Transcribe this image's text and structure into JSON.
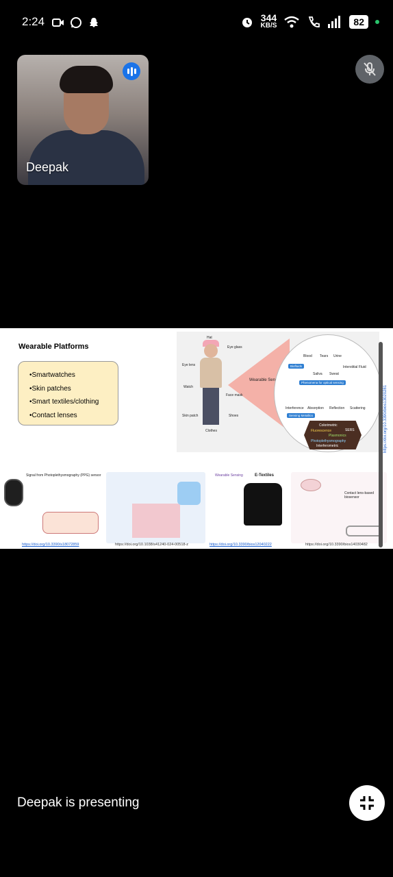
{
  "status_bar": {
    "time": "2:24",
    "net_speed_value": "344",
    "net_speed_unit": "KB/S",
    "battery": "82"
  },
  "participant": {
    "name": "Deepak"
  },
  "slide": {
    "title": "Wearable Platforms",
    "platforms": [
      "•Smartwatches",
      "•Skin patches",
      "•Smart textiles/clothing",
      "•Contact lenses"
    ],
    "diagram": {
      "center_label": "Wearable Sensors",
      "body_labels": [
        "Hat",
        "Eye lens",
        "Eye glass",
        "Watch",
        "Face mask",
        "Skin patch",
        "Shoes",
        "Clothes"
      ],
      "biofluids": [
        "Blood",
        "Tears",
        "Urine",
        "Interstitial Fluid",
        "Saliva",
        "Sweat"
      ],
      "biofluids_chip": "Biofluids",
      "phenomena_chip": "Phenomena for optical sensing",
      "phenomena": [
        "Interference",
        "Absorption",
        "Reflection",
        "Scattering"
      ],
      "metallic_chip": "Sensing Metallics",
      "methods": [
        "Colorimetric",
        "Fluorescence",
        "SERS",
        "Plasmonics",
        "Photoplethysmography",
        "Interferometric"
      ],
      "side_doi": "https://doi.org/10.3390/bios13020281"
    },
    "panels": [
      {
        "caption": "Signal from Photoplethysmography (PPG) sensor",
        "doi": "https://doi.org/10.3390/s18072859"
      },
      {
        "caption": "",
        "doi": "https://doi.org/10.1038/s41240-024-00518-z"
      },
      {
        "caption": "E-Textiles",
        "sub": "Wearable Sensing",
        "doi": "https://doi.org/10.3390/bios12040222"
      },
      {
        "caption": "Contact lens-based biosensor",
        "doi": "https://doi.org/10.3390/bios14030482"
      }
    ]
  },
  "footer": {
    "presenting_text": "Deepak is presenting"
  }
}
